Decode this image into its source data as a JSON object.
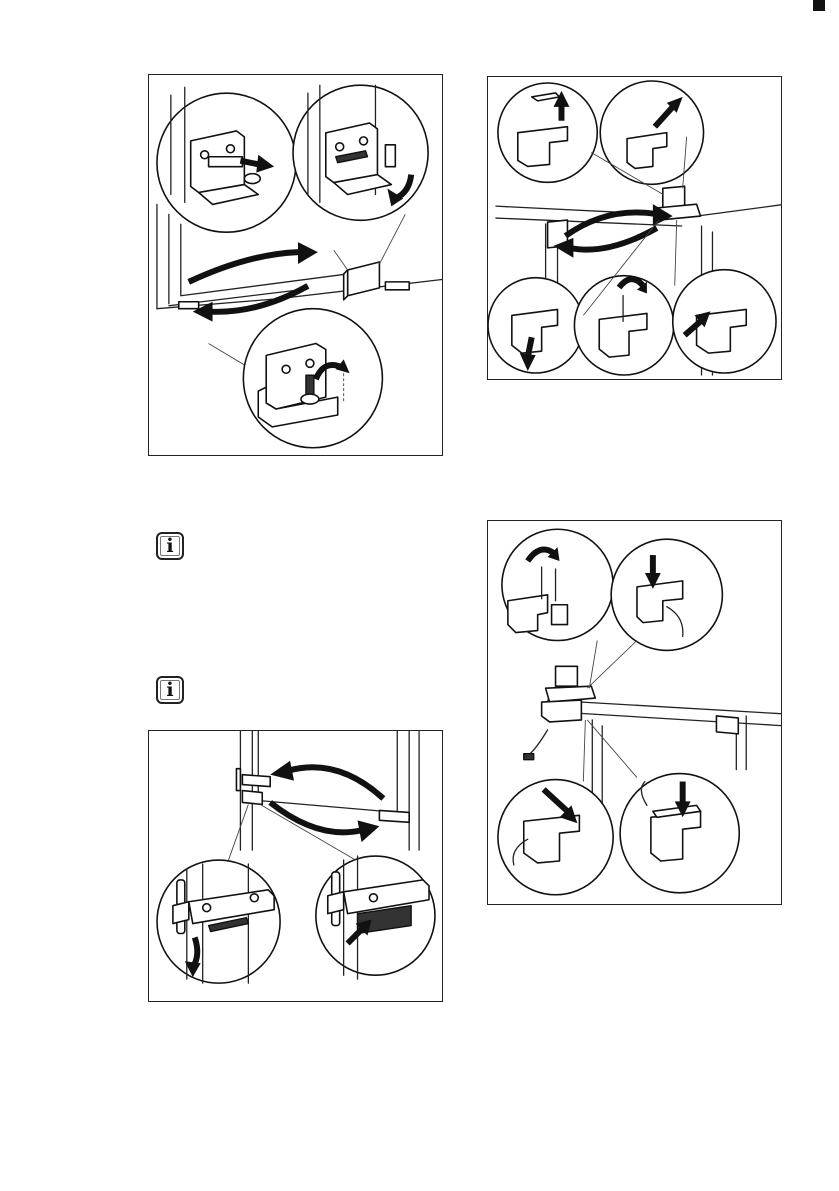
{
  "page": {
    "background": "#ffffff",
    "line_color": "#111111"
  },
  "figures": [
    {
      "id": "fig1",
      "icon": "door-hinge-relocation-illustration"
    },
    {
      "id": "fig2",
      "icon": "top-hinge-relocation-illustration"
    },
    {
      "id": "fig3",
      "icon": "top-hinge-installation-illustration"
    },
    {
      "id": "fig4",
      "icon": "middle-hinge-relocation-illustration"
    }
  ],
  "notes": [
    {
      "id": "info1",
      "icon": "info-icon",
      "glyph": "i"
    },
    {
      "id": "info2",
      "icon": "info-icon",
      "glyph": "i"
    }
  ]
}
